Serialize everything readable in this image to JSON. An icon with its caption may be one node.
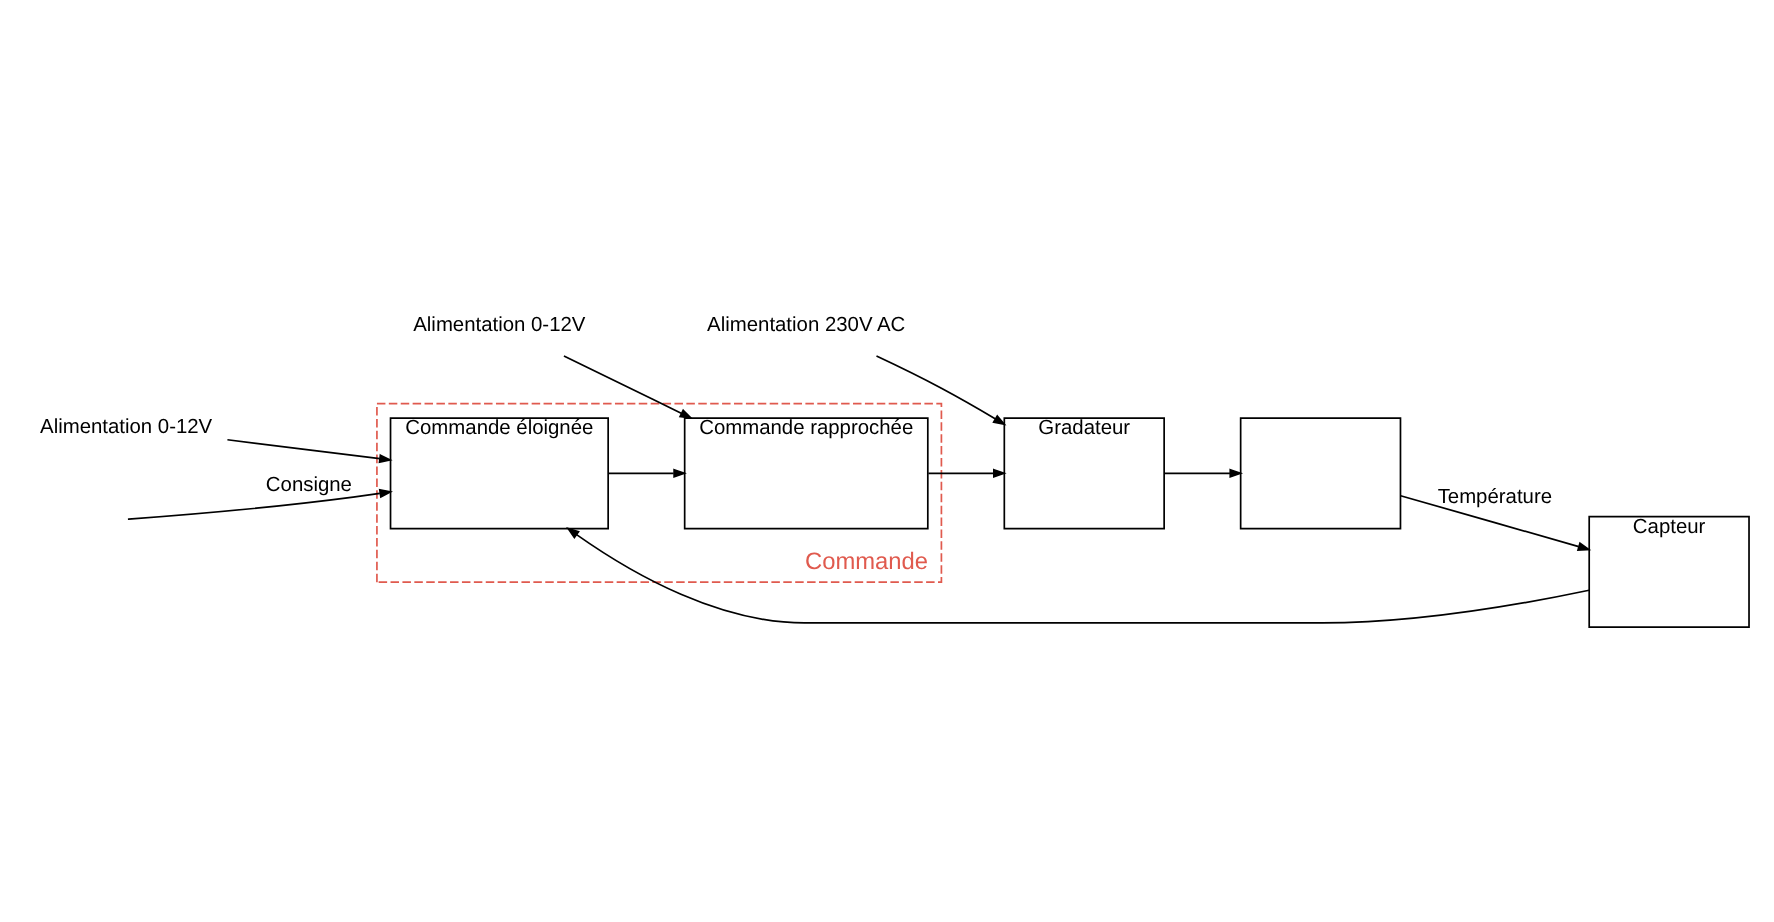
{
  "diagram": {
    "nodes": [
      {
        "text": [
          "Commande"
        ]
      },
      {
        "text": [
          "Commande éloignée"
        ],
        "in": 0
      },
      {
        "text": [
          "Commande rapprochée"
        ],
        "in": 0
      },
      {
        "text": [
          "Gradateur"
        ]
      },
      {
        "text": [],
        "shape": "box"
      },
      {
        "text": [
          "Capteur"
        ]
      },
      {
        "text": [
          "Alimentation 0-12V"
        ]
      },
      {
        "text": [
          "Alimentation 0-12V"
        ]
      },
      {
        "text": [
          "Alimentation 230V AC"
        ]
      }
    ],
    "edges": [
      {
        "from": null,
        "to": 1,
        "arrow": "to",
        "label": "Consigne"
      },
      {
        "from": 6,
        "to": 1,
        "arrow": "to"
      },
      {
        "from": 7,
        "to": 2,
        "arrow": "to"
      },
      {
        "from": 1,
        "to": 2,
        "arrow": "to"
      },
      {
        "from": 2,
        "to": 3,
        "arrow": "to"
      },
      {
        "from": 8,
        "to": 3,
        "arrow": "to"
      },
      {
        "from": 3,
        "to": 4,
        "arrow": "to"
      },
      {
        "from": 4,
        "to": 5,
        "arrow": "to",
        "label": "Température"
      },
      {
        "from": 5,
        "to": 1,
        "arrow": "to"
      }
    ]
  }
}
